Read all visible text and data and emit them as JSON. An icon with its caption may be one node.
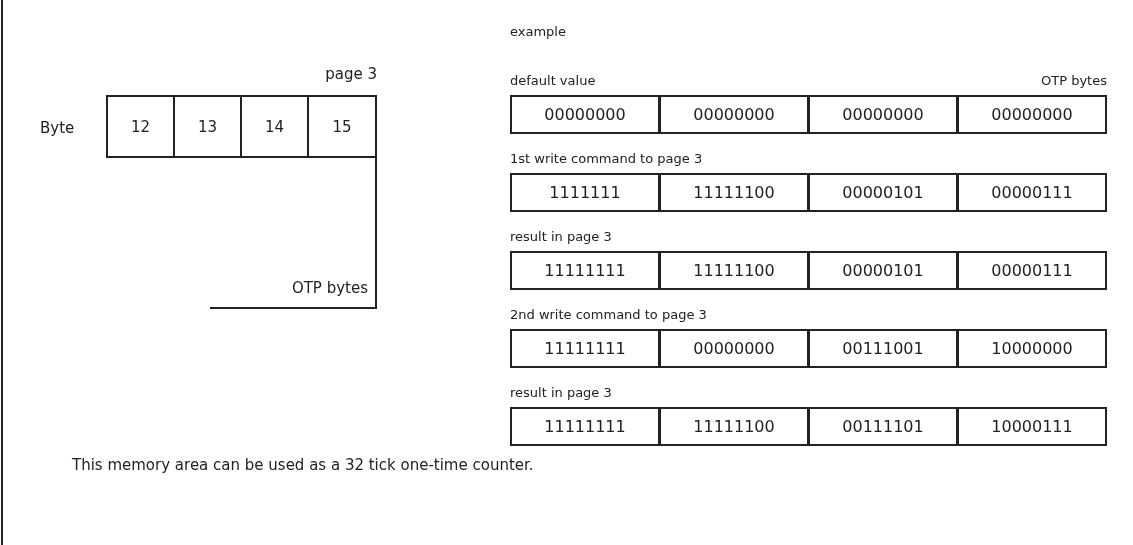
{
  "diagram": {
    "nodes": [
      {
        "text": [
          "12"
        ]
      },
      {
        "text": [
          "13"
        ]
      },
      {
        "text": [
          "14"
        ]
      },
      {
        "text": [
          "15"
        ]
      },
      {
        "text": [
          "OTP bytes"
        ]
      }
    ],
    "edges": [
      {
        "from": 4,
        "to": 3,
        "arrow": "none"
      }
    ],
    "labels": [
      "example",
      "page 3",
      "Byte",
      "default value",
      "OTP bytes",
      "00000000",
      "00000000",
      "00000000",
      "00000000",
      "1st write command to page 3",
      "1111111",
      "11111100",
      "00000101",
      "00000111",
      "result in page 3",
      "11111111",
      "11111100",
      "00000101",
      "00000111",
      "2nd write command to page 3",
      "11111111",
      "00000000",
      "00111001",
      "10000000",
      "result in page 3",
      "11111111",
      "11111100",
      "00111101",
      "10000111",
      "This memory area can be used as a 32 tick one-time counter."
    ]
  }
}
